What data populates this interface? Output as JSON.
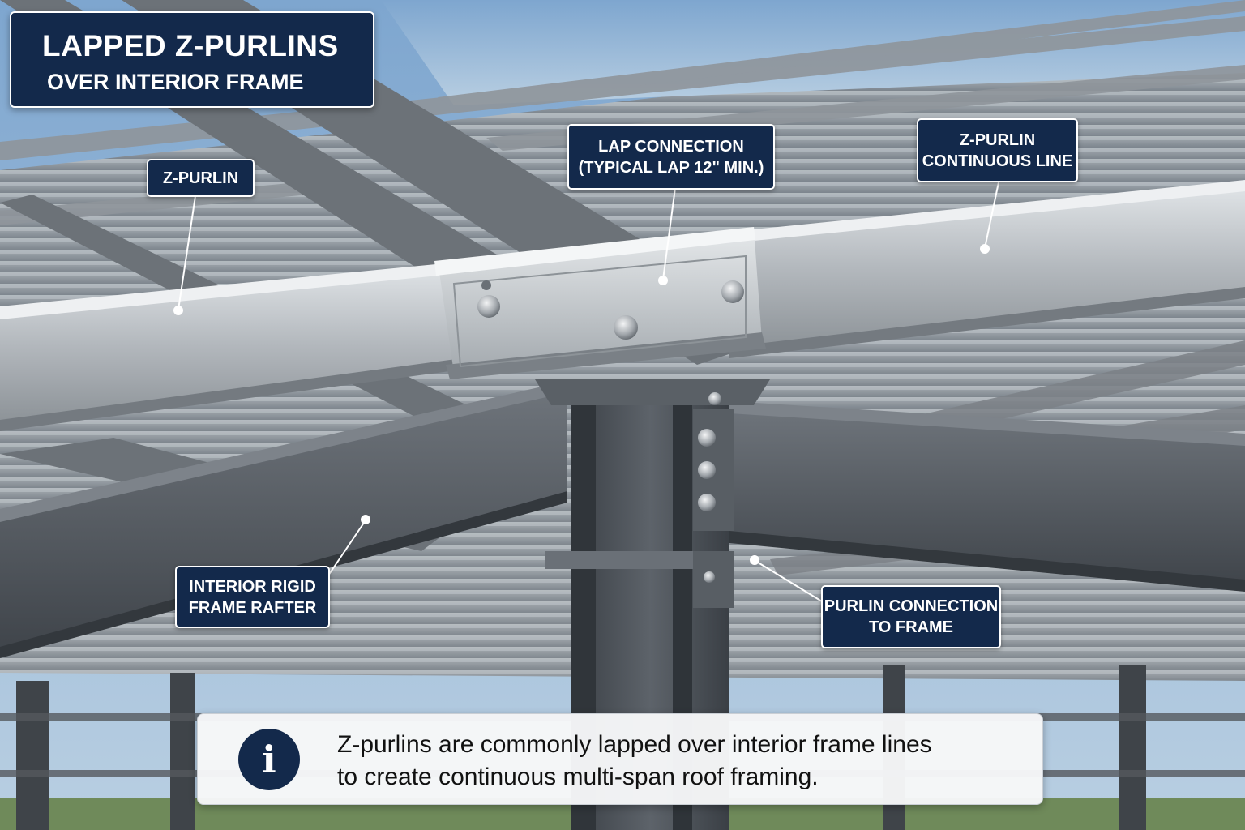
{
  "title": {
    "main": "LAPPED Z-PURLINS",
    "sub": "OVER INTERIOR FRAME"
  },
  "callouts": {
    "z_purlin": [
      "Z-PURLIN"
    ],
    "lap_connection": [
      "LAP CONNECTION",
      "(TYPICAL LAP 12\" MIN.)"
    ],
    "continuous_line": [
      "Z-PURLIN",
      "CONTINUOUS LINE"
    ],
    "rafter": [
      "INTERIOR RIGID",
      "FRAME RAFTER"
    ],
    "purlin_connection": [
      "PURLIN CONNECTION",
      "TO FRAME"
    ]
  },
  "info": {
    "icon": "info-icon",
    "lines": [
      "Z-purlins are commonly lapped over interior frame lines",
      "to create continuous multi-span roof framing."
    ]
  },
  "colors": {
    "label_bg": "#13294b",
    "label_border": "#ffffff",
    "steel_light": "#b9bec3",
    "steel_dark": "#4f555c",
    "sky": "#8aa9c6"
  }
}
